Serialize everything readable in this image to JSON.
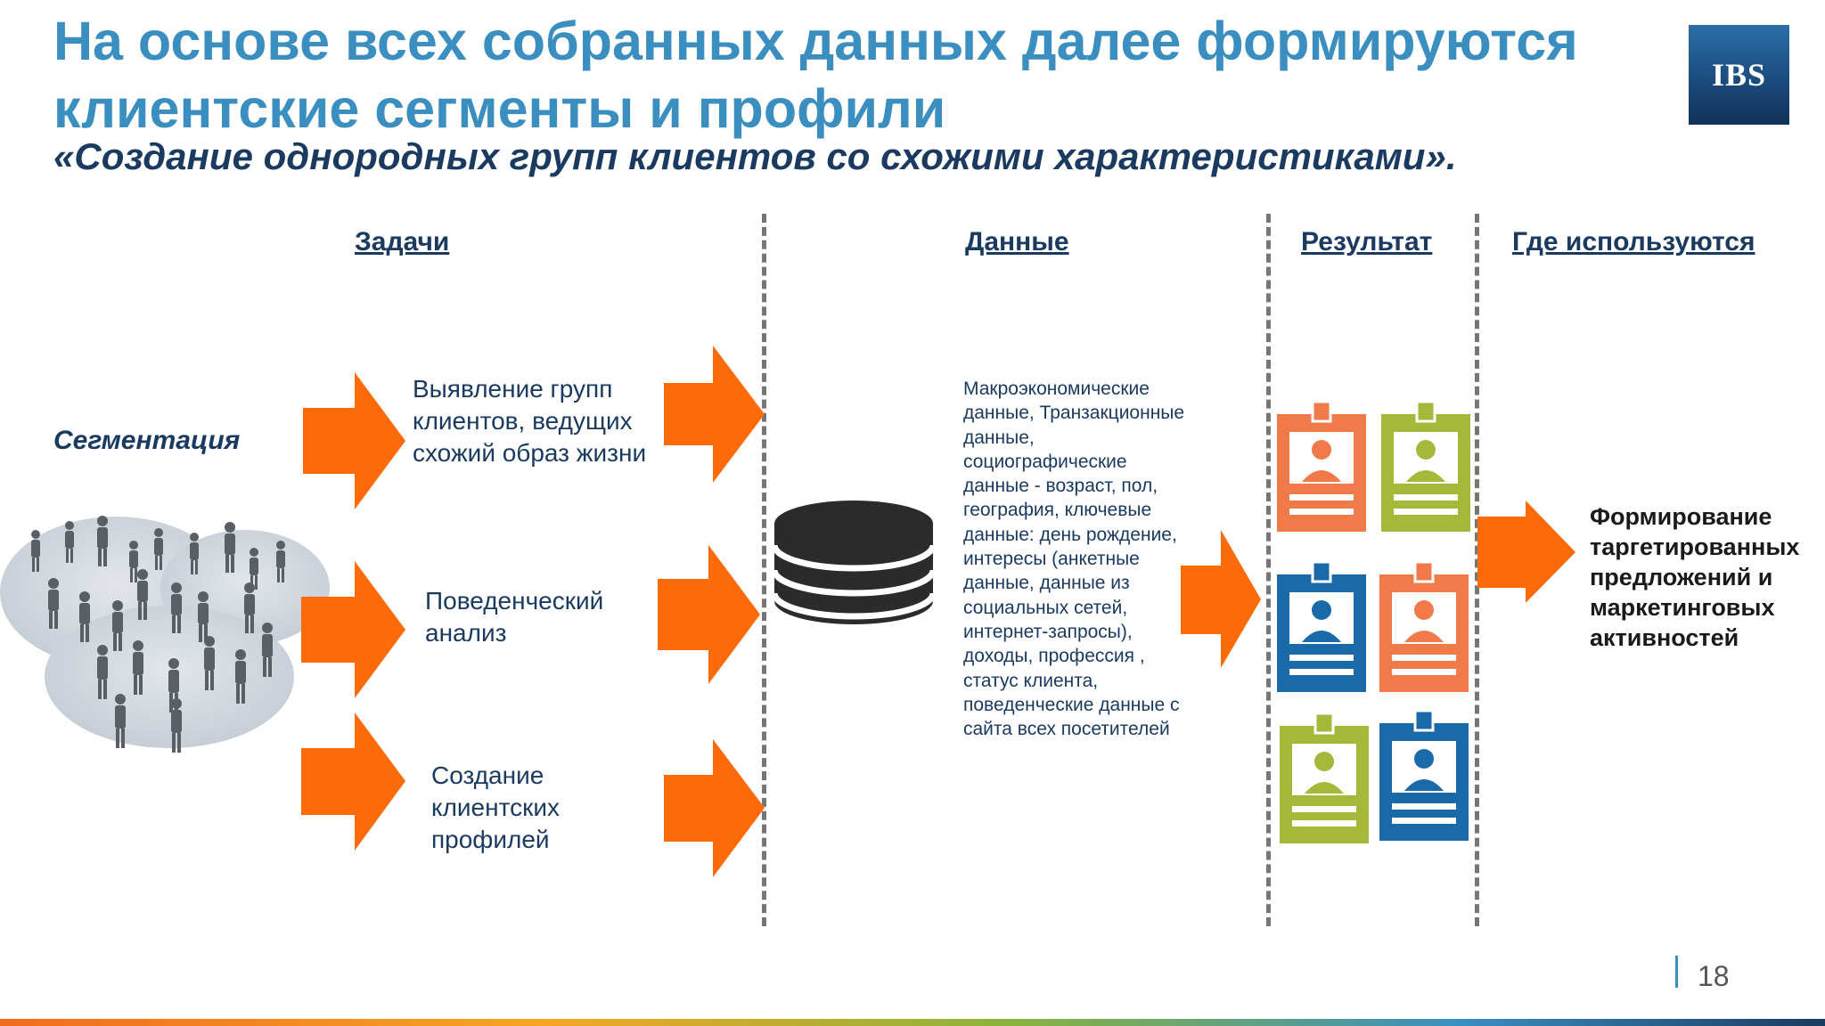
{
  "header": {
    "title": "На основе всех собранных данных далее формируются клиентские сегменты и профили",
    "subtitle": "«Создание однородных групп клиентов со схожими характеристиками».",
    "logo_text": "IBS"
  },
  "columns": {
    "tasks": "Задачи",
    "data": "Данные",
    "result": "Результат",
    "usage": "Где используются"
  },
  "segmentation_label": "Сегментация",
  "tasks": [
    {
      "text": "Выявление групп клиентов, ведущих схожий образ жизни"
    },
    {
      "text": "Поведенческий анализ"
    },
    {
      "text": "Создание клиентских профилей"
    }
  ],
  "data_description": "Макроэкономические данные, Транзакционные данные, социографические данные - возраст, пол, география, ключевые данные: день рождение, интересы (анкетные данные, данные из социальных сетей, интернет-запросы), доходы, профессия , статус клиента, поведенческие данные с сайта всех посетителей",
  "usage_text": "Формирование таргетированных предложений и маркетинговых активностей",
  "page_number": "18",
  "colors": {
    "title": "#3a8fc0",
    "dark_text": "#1b3a60",
    "arrow": "#fd6a08",
    "badge_orange": "#f07a4a",
    "badge_green": "#a5b83a",
    "badge_blue": "#1a6aaa",
    "database": "#2b2b2b"
  },
  "icons": {
    "database": "database-icon",
    "badges": [
      "id-badge-orange",
      "id-badge-green",
      "id-badge-blue",
      "id-badge-orange",
      "id-badge-green",
      "id-badge-blue"
    ],
    "people": "people-crowd-image"
  }
}
